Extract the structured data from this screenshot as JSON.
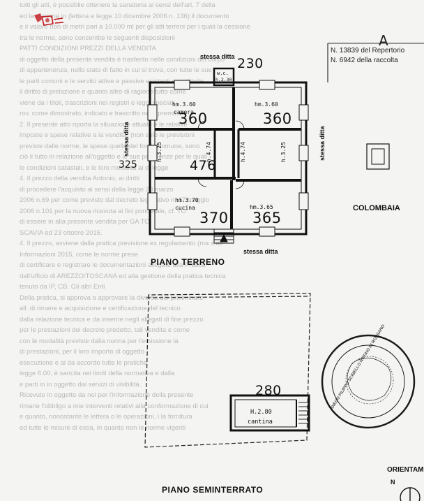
{
  "background_text": [
    "tutti gli atti, è possibile ottenere la sanatoria ai sensi dell'art. 7 della",
    "ed la comune in (lettera e legge 10 dicembre 2006 n. 136) il documento",
    "e il valore non di metri pari a 10.000 ml per gli atti terreni per i quali la cessione",
    "tra le norme, sono consentite le seguenti disposizioni",
    "PATTI CONDIZIONI PREZZI DELLA VENDITA",
    "di oggetto della presente vendita è trasferito nelle condizioni del corpo",
    "di appartenenza, nello stato di fatto in cui si trova, con tutte le sue",
    "le parti comuni e le servitù attive e passive esistenti e costituite",
    "il diritto di prelazione e quanto altro di ragione tutto come",
    "viene da i titoli, trascrizioni nei registri e leggi speciali",
    "rov. come dimostrato, indicato e trascritto nelle premesse",
    "2. Il presente atto riporta la situazione attuale e le relative",
    "imposte e spese relative a la vendita, (non solo le previsioni",
    "previste dalle norme, le spese quelle del fondo comune, sono",
    "ciò il tutto in relazione all'oggetto e le sue pertinenze per le quali",
    "le condizioni catastali, e le loro modalità ai di legge",
    "4. Il prezzo della vendita Antonio, ai diritti",
    "di procedere l'acquisto ai sensi della legge 23 marzo",
    "2006 n.69 per come previsto dal decreto legislativo n. 17 maggio",
    "2006 n.101 per la nuova ricevuta ai fini ponderale, cf. TO",
    "di essere in alla presente vendita per GA TO",
    "SCAVIA ed 23 ottobre 2015.",
    "4. Il prezzo, avviene dalla pratica previsione ex regolamento (ma s.all",
    "Informazioni 2015, come le norme prese",
    "di certificare e registrare le documentazioni allegate alla Pratica",
    "dall'ufficio di AREZZO/TOSCANA ed alla gestione della pratica tecnica",
    "tenuto da IP, CB. Gli altri Enti",
    "Della pratica, si approva a approvare la diversa del preliminare",
    "all. di rimane e acquisizione e certificazione del tecnico",
    "dalla relazione tecnica e da inserire negli allegati di fine prezzo",
    "per le prestazioni del decreto predetto, tali vendita e come",
    "con le modalità previste dalla norma per l'emissione la",
    "di prestazioni, per il loro importo di oggetto",
    "esecuzione e ai da accordo tutte le pratiche",
    "legge 6.00, è sancita nei limiti della normativa e dalla",
    "e parti in in oggetto dai servizi di visibilità.",
    "Ricevuto in oggetto da noi per l'informazione della presente",
    "rimane l'obbligo a mie interventi relativi alla conformazione di cui",
    "e quanto, nonostante le lettera o le operazioni, i  la fornitura",
    "ed tutte le misure di essa, in quanto non le norme vigenti"
  ],
  "registry": {
    "letter": "A",
    "line1": "N. 13839 del Repertorio",
    "line2": "N. 6942 della raccolta"
  },
  "plan_ground": {
    "title": "PIANO TERRENO",
    "neighbor_top": "stessa ditta",
    "neighbor_left": "stessa ditta",
    "neighbor_right": "stessa ditta",
    "neighbor_bottom": "stessa ditta",
    "wc_label": "w.c.",
    "wc_h": "h.2.30",
    "wc_hand": "230",
    "rooms": [
      {
        "name": "camera",
        "h": "hm.3.60",
        "hand": "360"
      },
      {
        "name": "",
        "h": "hm.3.60",
        "hand": "360"
      },
      {
        "name": "",
        "h": "h.4.74",
        "hand": "476"
      },
      {
        "name": "",
        "h": "h.4.74",
        "hand": ""
      },
      {
        "name": "cucina",
        "h": "hm.3.70",
        "hand": "370"
      },
      {
        "name": "",
        "h": "hm.3.65",
        "hand": "365"
      }
    ],
    "h325_left": "h.3.25",
    "h325_right": "h.3.25",
    "hand_325": "325"
  },
  "country": "COLOMBAIA",
  "plan_basement": {
    "title": "PIANO SEMINTERRATO",
    "cantina_h": "H.2.80",
    "cantina_name": "cantina",
    "hand": "280"
  },
  "stamp": {
    "text": "DIEGO FILIPPO SCIBELLO NOTAIO IN ROSSANO"
  },
  "orientation": {
    "label": "ORIENTAM",
    "north": "N"
  }
}
